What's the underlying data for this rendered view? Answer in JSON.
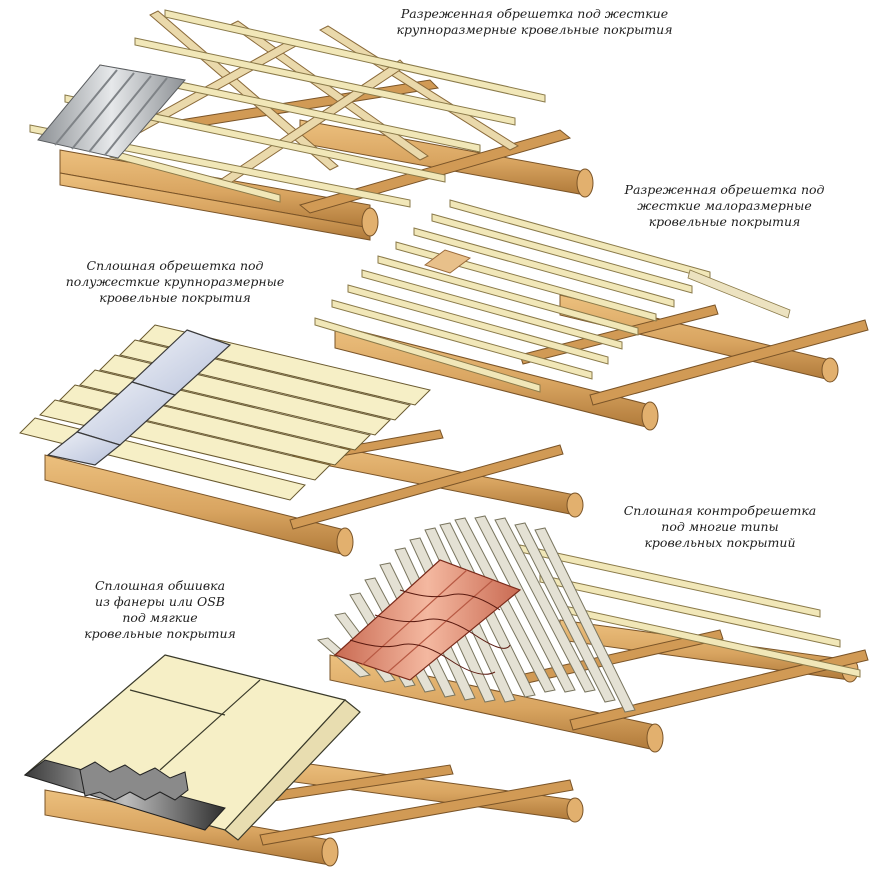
{
  "title": "Типы обрешетки кровли",
  "diagrams": [
    {
      "id": "sparse-rigid-large",
      "lines": [
        "Разреженная обрешетка под жесткие",
        "крупноразмерные кровельные покрытия"
      ],
      "roofing": "corrugated-sheet",
      "roofing_color": "#b9bcc0"
    },
    {
      "id": "sparse-rigid-small",
      "lines": [
        "Разреженная обрешетка под",
        "жесткие малоразмерные",
        "кровельные покрытия"
      ],
      "roofing": "single-tile",
      "roofing_color": "#e8c08a"
    },
    {
      "id": "solid-semirigid-large",
      "lines": [
        "Сплошная обрешетка под",
        "полужесткие крупноразмерные",
        "кровельные покрытия"
      ],
      "roofing": "flat-sheets",
      "roofing_color": "#d5dbe8"
    },
    {
      "id": "solid-counter-batten",
      "lines": [
        "Сплошная контробрешетка",
        "под многие типы",
        "кровельных покрытий"
      ],
      "roofing": "metal-tile",
      "roofing_color": "#e0917a"
    },
    {
      "id": "solid-plywood-osb",
      "lines": [
        "Сплошная обшивка",
        "из фанеры или OSB",
        "под мягкие",
        "кровельные покрытия"
      ],
      "roofing": "soft-shingles",
      "roofing_color": "#6c6c6c"
    }
  ],
  "colors": {
    "log": "#d9a561",
    "log_dark": "#a87333",
    "batten": "#f1e7b8",
    "board": "#f6efc6",
    "outline": "#5a4020",
    "counter_batten": "#e4e1d4"
  }
}
